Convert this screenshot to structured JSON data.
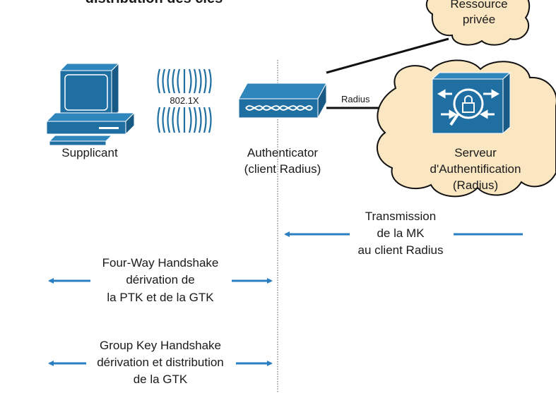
{
  "diagram": {
    "top_title_cut": "distribution des clés",
    "supplicant": {
      "label": "Supplicant"
    },
    "wireless": {
      "label": "802.1X"
    },
    "authenticator": {
      "line1": "Authenticator",
      "line2": "(client Radius)"
    },
    "private_resource": {
      "line1": "Ressource",
      "line2": "privée"
    },
    "radius_link": {
      "label": "Radius"
    },
    "auth_server": {
      "line1": "Serveur",
      "line2": "d'Authentification",
      "line3": "(Radius)"
    },
    "mk_transmission": {
      "line1": "Transmission",
      "line2": "de la MK",
      "line3": "au client Radius"
    },
    "four_way": {
      "line1": "Four-Way Handshake",
      "line2": "dérivation de",
      "line3": "la PTK et de la GTK"
    },
    "group_key": {
      "line1": "Group Key Handshake",
      "line2": "dérivation et distribution",
      "line3": "de la GTK"
    },
    "colors": {
      "device_blue": "#1f6fa3",
      "arrow_blue": "#2b7fc1",
      "cloud_fill": "#fbe6c2"
    }
  }
}
